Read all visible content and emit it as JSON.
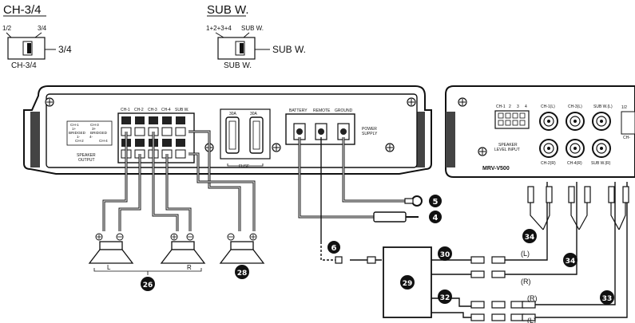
{
  "switch_ch34": {
    "heading": "CH-3/4",
    "pos_left": "1/2",
    "pos_right": "3/4",
    "setting": "3/4",
    "caption": "CH-3/4"
  },
  "switch_sub": {
    "heading": "SUB W.",
    "pos_left": "1+2+3+4",
    "pos_right": "SUB W.",
    "setting": "SUB W.",
    "caption": "SUB W."
  },
  "amp": {
    "channels": [
      "CH-1",
      "CH-2",
      "CH-3",
      "CH-4",
      "SUB W."
    ],
    "bridged_left": [
      "CH-1",
      "1+",
      "BRIDGED",
      "1-",
      "CH-2"
    ],
    "bridged_right": [
      "CH-3",
      "3+",
      "BRIDGED",
      "4-",
      "CH-4"
    ],
    "speaker_output": [
      "SPEAKER",
      "OUTPUT"
    ],
    "fuse_label": "FUSE",
    "fuse_rating": "30A",
    "power_terms": [
      "BATTERY",
      "REMOTE",
      "GROUND"
    ],
    "power_supply": [
      "POWER",
      "SUPPLY"
    ]
  },
  "head": {
    "ch_row": [
      "CH-1",
      "2",
      "3",
      "4"
    ],
    "rca_top": [
      "CH-1(L)",
      "CH-3(L)",
      "SUB W.(L)"
    ],
    "rca_bottom": [
      "CH-2(R)",
      "CH-4(R)",
      "SUB W.(R)"
    ],
    "speaker_level": [
      "SPEAKER",
      "LEVEL INPUT"
    ],
    "model": "MRV-V500",
    "edge_labels": [
      "1/2",
      "CH-"
    ]
  },
  "speakers": {
    "left": "L",
    "right": "R"
  },
  "rca_labels": {
    "top_l": "(L)",
    "top_r": "(R)",
    "bottom_r": "(R)",
    "bottom_l": "(L)"
  },
  "badges": {
    "b5": "5",
    "b4": "4",
    "b6": "6",
    "b26": "26",
    "b28": "28",
    "b29": "29",
    "b30": "30",
    "b32": "32",
    "b33": "33",
    "b34a": "34",
    "b34b": "34"
  },
  "colors": {
    "ink": "#111111",
    "panel": "#ffffff",
    "badge": "#111111"
  }
}
